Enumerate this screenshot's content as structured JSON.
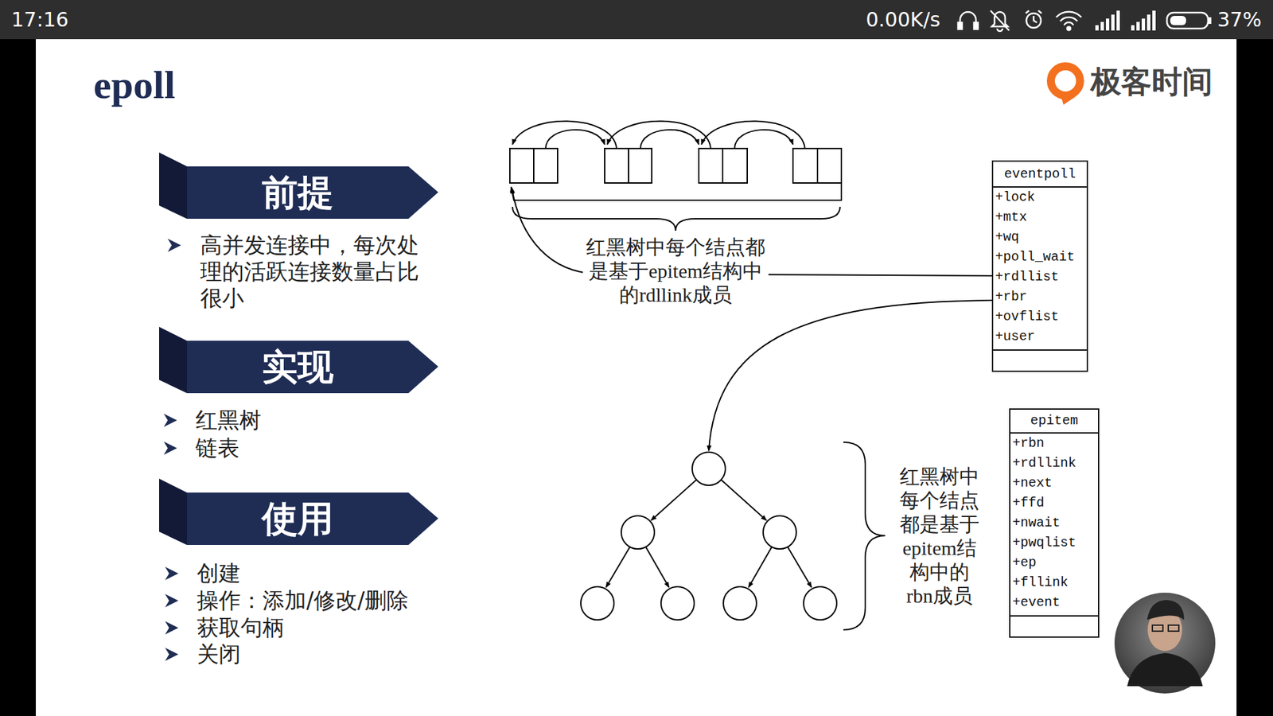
{
  "diagram": {
    "title": "epoll",
    "nodes": [
      {
        "text": [
          "前提"
        ]
      },
      {
        "text": [
          "实现"
        ]
      },
      {
        "text": [
          "使用"
        ]
      },
      {
        "text": [
          "eventpoll",
          "+lock",
          "+mtx",
          "+wq",
          "+poll_wait",
          "+rdllist",
          "+rbr",
          "+ovflist",
          "+user"
        ]
      },
      {
        "text": [
          "epitem",
          "+rbn",
          "+rdllink",
          "+next",
          "+ffd",
          "+nwait",
          "+pwqlist",
          "+ep",
          "+fllink",
          "+event"
        ]
      }
    ],
    "labels": [
      "17:16",
      "0.00K/s",
      "37%",
      "极客时间",
      "高并发连接中，每次处理的活跃连接数量占比很小",
      "红黑树",
      "链表",
      "创建",
      "操作：添加/修改/删除",
      "获取句柄",
      "关闭",
      "红黑树中每个结点都是基于epitem结构中的rdllink成员",
      "红黑树中每个结点都是基于epitem结构中的rbn成员"
    ]
  }
}
